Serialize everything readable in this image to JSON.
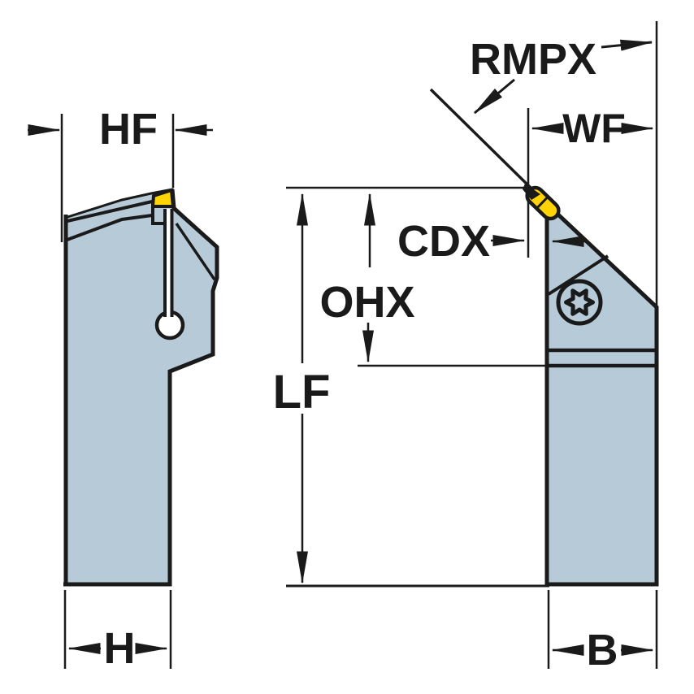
{
  "drawing": {
    "title": "tool-holder-dimension-drawing",
    "views": [
      {
        "name": "side-view",
        "dimension_labels": [
          "HF",
          "H"
        ]
      },
      {
        "name": "front-view",
        "dimension_labels": [
          "RMPX",
          "WF",
          "CDX",
          "OHX",
          "LF",
          "B"
        ]
      }
    ]
  },
  "labels": {
    "hf": "HF",
    "h": "H",
    "rmpx": "RMPX",
    "wf": "WF",
    "cdx": "CDX",
    "ohx": "OHX",
    "lf": "LF",
    "b": "B"
  },
  "colors": {
    "body": "#b7cad7",
    "insert": "#ffd304",
    "line": "#1a1a1a",
    "background": "#ffffff"
  }
}
